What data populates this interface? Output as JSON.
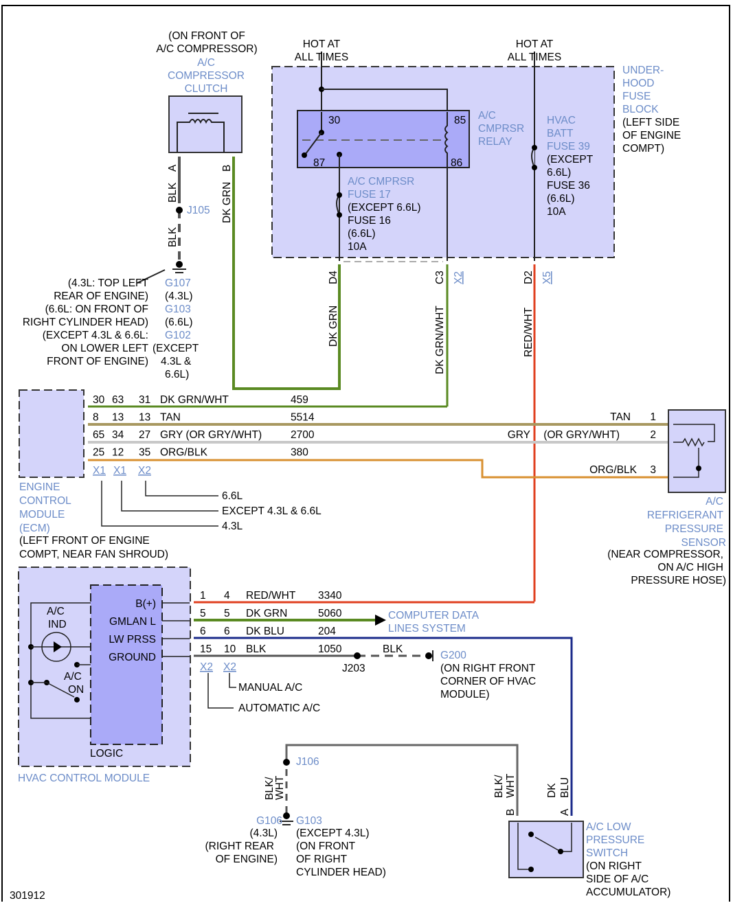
{
  "diagram_id": "301912",
  "power": {
    "hot_left": [
      "HOT AT",
      "ALL TIMES"
    ],
    "hot_right": [
      "HOT AT",
      "ALL TIMES"
    ]
  },
  "compressor_clutch": {
    "location": [
      "(ON FRONT OF",
      "A/C COMPRESSOR)"
    ],
    "name": [
      "A/C",
      "COMPRESSOR",
      "CLUTCH"
    ],
    "pin_a": "A",
    "pin_b": "B",
    "wire_a": "BLK",
    "wire_a2": "BLK",
    "wire_b": "DK GRN",
    "splice": "J105"
  },
  "ground_g107": {
    "ids": [
      "G107",
      "G103",
      "G102"
    ],
    "variants": [
      "(4.3L)",
      "(6.6L)",
      "(EXCEPT",
      "4.3L &",
      "6.6L)"
    ],
    "locations": [
      "(4.3L: TOP LEFT",
      "REAR OF ENGINE)",
      "(6.6L: ON FRONT OF",
      "RIGHT CYLINDER HEAD)",
      "(EXCEPT 4.3L & 6.6L:",
      "ON LOWER LEFT",
      "FRONT OF ENGINE)"
    ]
  },
  "fuse_block": {
    "name": [
      "UNDER-",
      "HOOD",
      "FUSE",
      "BLOCK"
    ],
    "location": [
      "(LEFT SIDE",
      "OF ENGINE",
      "COMPT)"
    ],
    "relay": {
      "name": [
        "A/C",
        "CMPRSR",
        "RELAY"
      ],
      "pins": [
        "30",
        "85",
        "87",
        "86"
      ]
    },
    "fuse17": {
      "name": [
        "A/C CMPRSR",
        "FUSE 17"
      ],
      "detail": [
        "(EXCEPT 6.6L)",
        "FUSE 16",
        "(6.6L)",
        "10A"
      ]
    },
    "fuse39": {
      "name": [
        "HVAC",
        "BATT",
        "FUSE 39"
      ],
      "detail": [
        "(EXCEPT",
        "6.6L)",
        "FUSE 36",
        "(6.6L)",
        "10A"
      ]
    },
    "connectors": {
      "d4": "D4",
      "c3": "C3",
      "x2": "X2",
      "d2": "D2",
      "x5": "X5"
    },
    "wires": {
      "d4": "DK GRN",
      "c3": "DK GRN/WHT",
      "d2": "RED/WHT"
    }
  },
  "ecm": {
    "name": [
      "ENGINE",
      "CONTROL",
      "MODULE",
      "(ECM)"
    ],
    "location": [
      "(LEFT FRONT OF ENGINE",
      "COMPT, NEAR FAN SHROUD)"
    ],
    "rows": [
      {
        "p1": "30",
        "p2": "63",
        "p3": "31",
        "color": "DK GRN/WHT",
        "circuit": "459"
      },
      {
        "p1": "8",
        "p2": "13",
        "p3": "13",
        "color": "TAN",
        "circuit": "5514"
      },
      {
        "p1": "65",
        "p2": "34",
        "p3": "27",
        "color": "GRY  (OR GRY/WHT)",
        "circuit": "2700"
      },
      {
        "p1": "25",
        "p2": "12",
        "p3": "35",
        "color": "ORG/BLK",
        "circuit": "380"
      }
    ],
    "connectors": [
      "X1",
      "X1",
      "X2"
    ],
    "variant_notes": [
      "6.6L",
      "EXCEPT 4.3L & 6.6L",
      "4.3L"
    ]
  },
  "pressure_sensor": {
    "name": [
      "A/C",
      "REFRIGERANT",
      "PRESSURE",
      "SENSOR"
    ],
    "location": [
      "(NEAR COMPRESSOR,",
      "ON A/C HIGH",
      "PRESSURE HOSE)"
    ],
    "pins": [
      {
        "wire": "TAN",
        "pin": "1"
      },
      {
        "wire": "GRY",
        "alt": "(OR GRY/WHT)",
        "pin": "2"
      },
      {
        "wire": "ORG/BLK",
        "pin": "3"
      }
    ]
  },
  "hvac": {
    "name": "HVAC CONTROL MODULE",
    "logic": "LOGIC",
    "ind": [
      "A/C",
      "IND"
    ],
    "on": [
      "A/C",
      "ON"
    ],
    "signals": [
      "B(+)",
      "GMLAN L",
      "LW PRSS",
      "GROUND"
    ],
    "rows": [
      {
        "p1": "1",
        "p2": "4",
        "color": "RED/WHT",
        "circuit": "3340"
      },
      {
        "p1": "5",
        "p2": "5",
        "color": "DK GRN",
        "circuit": "5060"
      },
      {
        "p1": "6",
        "p2": "6",
        "color": "DK BLU",
        "circuit": "204"
      },
      {
        "p1": "15",
        "p2": "10",
        "color": "BLK",
        "circuit": "1050"
      }
    ],
    "connectors": [
      "X2",
      "X2"
    ],
    "variant_notes": [
      "MANUAL A/C",
      "AUTOMATIC A/C"
    ],
    "data_lines": [
      "COMPUTER DATA",
      "LINES SYSTEM"
    ]
  },
  "ground_g200": {
    "splice": "J203",
    "wire": "BLK",
    "id": "G200",
    "location": [
      "(ON RIGHT FRONT",
      "CORNER OF HVAC",
      "MODULE)"
    ]
  },
  "ground_g106": {
    "splice": "J106",
    "wire": [
      "BLK/",
      "WHT"
    ],
    "left_id": "G106",
    "left": [
      "(4.3L)",
      "(RIGHT REAR",
      "OF ENGINE)"
    ],
    "right_id": "G103",
    "right": [
      "(EXCEPT 4.3L)",
      "(ON FRONT",
      "OF RIGHT",
      "CYLINDER HEAD)"
    ]
  },
  "low_pressure_switch": {
    "name": [
      "A/C LOW",
      "PRESSURE",
      "SWITCH"
    ],
    "location": [
      "(ON RIGHT",
      "SIDE OF A/C",
      "ACCUMULATOR)"
    ],
    "pin_b": "B",
    "pin_a": "A",
    "wire_b": [
      "BLK/",
      "WHT"
    ],
    "wire_a": [
      "DK",
      "BLU"
    ]
  },
  "colors": {
    "dk_grn": "#5a8a22",
    "tan": "#a89860",
    "gry": "#c8c8c8",
    "org": "#d89030",
    "red": "#e04020",
    "blu": "#1a2a8a",
    "blk": "#555555",
    "module": "#d4d4fa",
    "logic": "#aaaaf8"
  }
}
